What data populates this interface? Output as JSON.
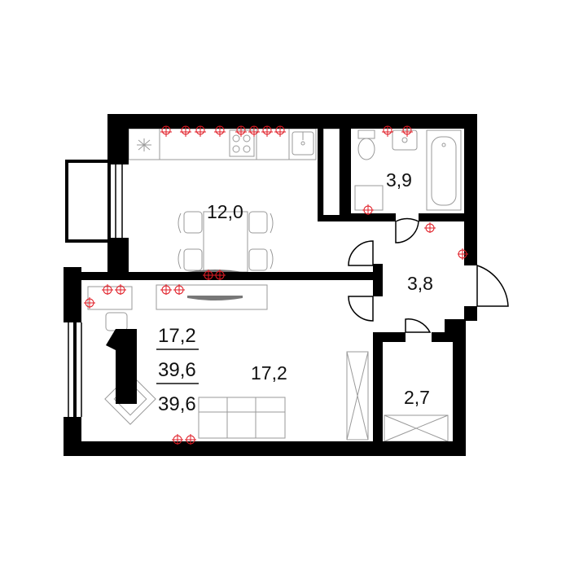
{
  "plan": {
    "rooms_count": "1",
    "total_area": "39,6",
    "living_area": "17,2",
    "area_with_balcony": "39,6",
    "rooms": {
      "kitchen": "12,0",
      "living_room": "17,2",
      "bathroom": "3,9",
      "hall": "3,8",
      "storage": "2,7"
    }
  },
  "colors": {
    "wall": "#000000",
    "furniture_stroke": "#9a9a9a",
    "outlet": "#e01b24",
    "background": "#ffffff"
  },
  "icons": [
    "electric-outlet-icon",
    "hood-vent-icon"
  ]
}
